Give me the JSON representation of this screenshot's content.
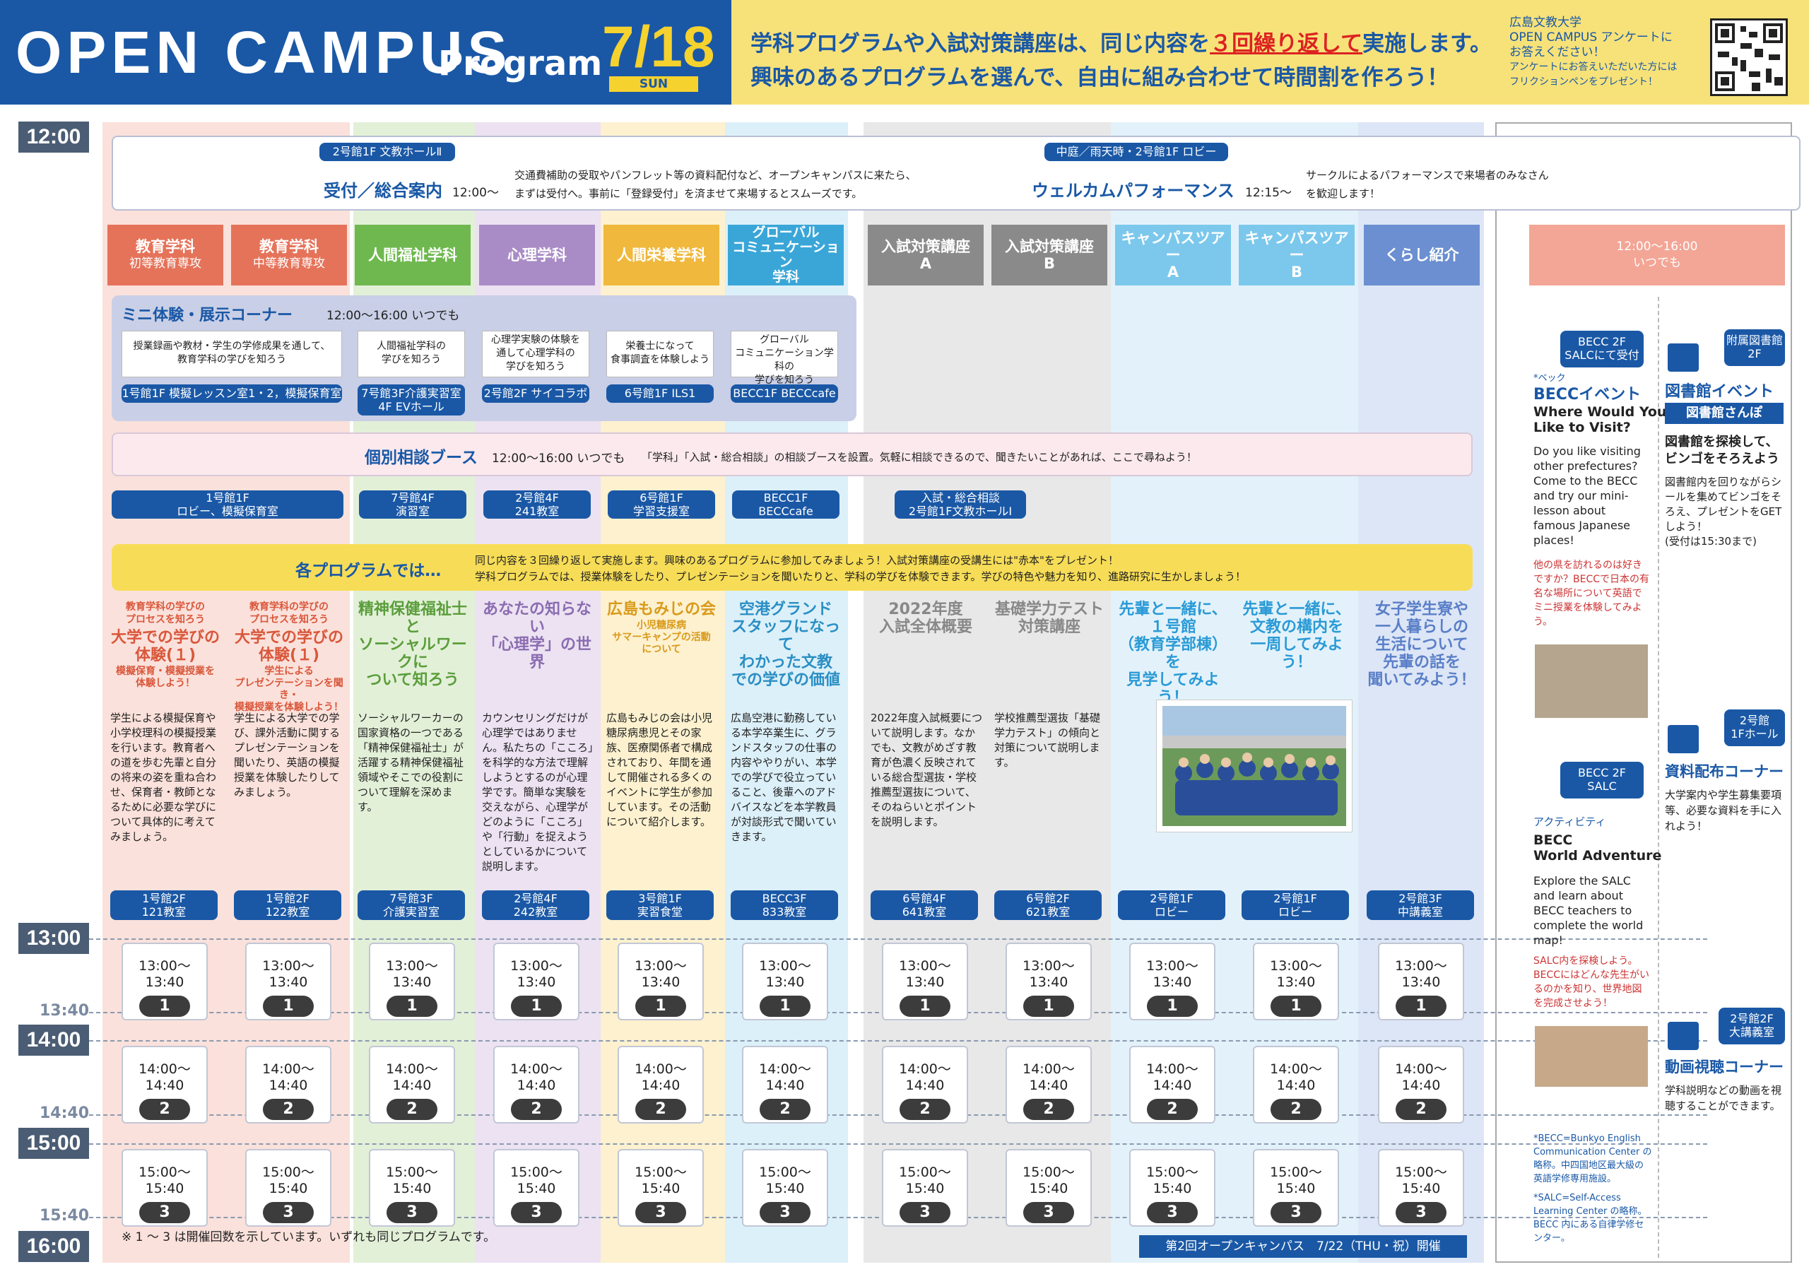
{
  "header": {
    "title": "OPEN CAMPUS",
    "program": "Program",
    "date": "7/18",
    "weekday": "SUN",
    "message_pre": "学科プログラムや入試対策講座は、同じ内容を",
    "message_highlight": "３回繰り返して",
    "message_post": "実施します。",
    "message_line2": "興味のあるプログラムを選んで、自由に組み合わせて時間割を作ろう！",
    "survey": [
      "広島文教大学",
      "OPEN CAMPUS アンケートに",
      "お答えください！"
    ],
    "survey_small": [
      "アンケートにお答えいただいた方には",
      "フリクションペンをプレゼント！"
    ]
  },
  "times": {
    "t1200": "12:00",
    "t1300": "13:00",
    "t1340": "13:40",
    "t1400": "14:00",
    "t1440": "14:40",
    "t1500": "15:00",
    "t1540": "15:40",
    "t1600": "16:00"
  },
  "reception": {
    "tag": "2号館1F 文教ホールⅡ",
    "title": "受付／総合案内",
    "time": "12:00〜",
    "desc1": "交通費補助の受取やパンフレット等の資料配付など、オープンキャンパスに来たら、",
    "desc2": "まずは受付へ。事前に「登録受付」を済ませて来場するとスムーズです。"
  },
  "welcome": {
    "tag": "中庭／雨天時・2号館1F ロビー",
    "title": "ウェルカムパフォーマンス",
    "time": "12:15〜",
    "desc1": "サークルによるパフォーマンスで来場者のみなさん",
    "desc2": "を歓迎します！"
  },
  "columns": [
    {
      "name": "教育学科",
      "sub": "初等教育専攻",
      "color": "#e5735a",
      "pt_pre": "教育学科の学びの\nプロセスを知ろう",
      "pt": "大学での学びの\n体験(１)",
      "pt_post": "模擬保育・模擬授業を\n体験しよう！",
      "body": "学生による模擬保育や小学校理科の模擬授業を行います。教育者への道を歩む先輩と自分の将来の姿を重ね合わせ、保育者・教師となるために必要な学びについて具体的に考えてみましょう。",
      "place": "1号館2F\n121教室"
    },
    {
      "name": "教育学科",
      "sub": "中等教育専攻",
      "color": "#e5735a",
      "pt_pre": "教育学科の学びの\nプロセスを知ろう",
      "pt": "大学での学びの\n体験(１)",
      "pt_post": "学生による\nプレゼンテーションを聞き・\n模擬授業を体験しよう！",
      "body": "学生による大学での学び、課外活動に関するプレゼンテーションを聞いたり、英語の模擬授業を体験したりしてみましょう。",
      "place": "1号館2F\n122教室"
    },
    {
      "name": "人間福祉学科",
      "sub": "",
      "color": "#6fb84f",
      "pt_pre": "",
      "pt": "精神保健福祉士と\nソーシャルワークに\nついて知ろう",
      "pt_post": "",
      "body": "ソーシャルワーカーの国家資格の一つである「精神保健福祉士」が活躍する精神保健福祉領域やそこでの役割について理解を深めます。",
      "place": "7号館3F\n介護実習室"
    },
    {
      "name": "心理学科",
      "sub": "",
      "color": "#a98cc6",
      "pt_pre": "",
      "pt": "あなたの知らない\n「心理学」の世界",
      "pt_post": "",
      "body": "カウンセリングだけが心理学ではありません。私たちの「こころ」を科学的な方法で理解しようとするのが心理学です。簡単な実験を交えながら、心理学がどのように「こころ」や「行動」を捉えようとしているかについて説明します。",
      "place": "2号館4F\n242教室"
    },
    {
      "name": "人間栄養学科",
      "sub": "",
      "color": "#f0b83c",
      "pt_pre": "",
      "pt": "広島もみじの会",
      "pt_post": "小児糖尿病\nサマーキャンプの活動\nについて",
      "body": "広島もみじの会は小児糖尿病患児とその家族、医療関係者で構成されており、年間を通して開催される多くのイベントに学生が参加しています。その活動について紹介します。",
      "place": "3号館1F\n実習食堂"
    },
    {
      "name": "グローバル\nコミュニケーション\n学科",
      "sub": "",
      "color": "#3aa6d8",
      "pt_pre": "",
      "pt": "空港グランド\nスタッフになって\nわかった文教\nでの学びの価値",
      "pt_post": "",
      "body": "広島空港に勤務している本学卒業生に、グランドスタッフの仕事の内容ややりがい、本学での学びで役立っていること、後輩へのアドバイスなどを本学教員が対談形式で聞いていきます。",
      "place": "BECC3F\n833教室"
    },
    {
      "name": "入試対策講座\nA",
      "sub": "",
      "color": "#8a8a8a",
      "pt_pre": "",
      "pt": "2022年度\n入試全体概要",
      "pt_post": "",
      "body": "2022年度入試概要について説明します。なかでも、文教がめざす教育が色濃く反映されている総合型選抜・学校推薦型選抜について、そのねらいとポイントを説明します。",
      "place": "6号館4F\n641教室"
    },
    {
      "name": "入試対策講座\nB",
      "sub": "",
      "color": "#8a8a8a",
      "pt_pre": "",
      "pt": "基礎学力テスト\n対策講座",
      "pt_post": "",
      "body": "学校推薦型選抜「基礎学力テスト」の傾向と対策について説明します。",
      "place": "6号館2F\n621教室"
    },
    {
      "name": "キャンパスツアー\nA",
      "sub": "",
      "color": "#7cc8ec",
      "pt_pre": "",
      "pt": "先輩と一緒に、\n１号館\n（教育学部棟）を\n見学してみよう！",
      "pt_post": "",
      "body": "",
      "place": "2号館1F\nロビー"
    },
    {
      "name": "キャンパスツアー\nB",
      "sub": "",
      "color": "#7cc8ec",
      "pt_pre": "",
      "pt": "先輩と一緒に、\n文教の構内を\n一周してみよう！",
      "pt_post": "",
      "body": "",
      "place": "2号館1F\nロビー"
    },
    {
      "name": "くらし紹介",
      "sub": "",
      "color": "#6b8fd0",
      "pt_pre": "",
      "pt": "女子学生寮や\n一人暮らしの\n生活について\n先輩の話を\n聞いてみよう！",
      "pt_post": "",
      "body": "",
      "place": "2号館3F\n中講義室"
    }
  ],
  "mini": {
    "title": "ミニ体験・展示コーナー",
    "time": "12:00〜16:00 いつでも",
    "items": [
      {
        "text": "授業録画や教材・学生の学修成果を通して、\n教育学科の学びを知ろう",
        "place": "1号館1F 模擬レッスン室1・2，模擬保育室"
      },
      {
        "text": "人間福祉学科の\n学びを知ろう",
        "place": "7号館3F介護実習室\n4F EVホール"
      },
      {
        "text": "心理学実験の体験を\n通して心理学科の\n学びを知ろう",
        "place": "2号館2F サイコラボ"
      },
      {
        "text": "栄養士になって\n食事調査を体験しよう",
        "place": "6号館1F ILS1"
      },
      {
        "text": "グローバル\nコミュニケーション学科の\n学びを知ろう",
        "place": "BECC1F BECCcafe"
      }
    ]
  },
  "booth": {
    "title": "個別相談ブース",
    "time": "12:00〜16:00 いつでも",
    "desc": "「学科」「入試・総合相談」の相談ブースを設置。気軽に相談できるので、聞きたいことがあれば、ここで尋ねよう！",
    "places": [
      "1号館1F\nロビー、模擬保育室",
      "7号館4F\n演習室",
      "2号館4F\n241教室",
      "6号館1F\n学習支援室",
      "BECC1F\nBECCcafe",
      "入試・総合相談\n2号館1F文教ホールⅠ"
    ]
  },
  "program_banner": {
    "title": "各プログラムでは…",
    "line1": "同じ内容を３回繰り返して実施します。興味のあるプログラムに参加してみましょう！入試対策講座の受講生には\"赤本\"をプレゼント！",
    "line2": "学科プログラムでは、授業体験をしたり、プレゼンテーションを聞いたりと、学科の学びを体験できます。学びの特色や魅力を知り、進路研究に生かしましょう！"
  },
  "slots": [
    {
      "time": "13:00〜13:40",
      "num": "1"
    },
    {
      "time": "14:00〜14:40",
      "num": "2"
    },
    {
      "time": "15:00〜15:40",
      "num": "3"
    }
  ],
  "footnote": "※ 1 〜 3 は開催回数を示しています。いずれも同じプログラムです。",
  "next_event": "第2回オープンキャンパス　7/22（THU・祝）開催",
  "sidebar": {
    "header": "12:00〜16:00\nいつでも",
    "becc_tag": "BECC 2F\nSALCにて受付",
    "becc_ruby": "*ベック",
    "becc_title": "BECCイベント",
    "becc_en_title": "Where Would You\nLike to Visit?",
    "becc_en": "Do you like visiting other prefectures? Come to the BECC and try our mini-lesson about famous Japanese places!",
    "becc_jp": "他の県を訪れるのは好きですか？BECCで日本の有名な場所について英語でミニ授業を体験してみよう。",
    "lib_tag": "附属図書館\n2F",
    "lib_title": "図書館イベント",
    "lib_sub": "図書館さんぽ",
    "lib_head": "図書館を探検して、\nビンゴをそろえよう",
    "lib_desc": "図書館内を回りながらシールを集めてビンゴをそろえ、プレゼントをGETしよう！\n(受付は15:30まで)",
    "salc_tag": "BECC 2F\nSALC",
    "salc_ruby": "アクティビティ",
    "salc_title": "BECC\nWorld Adventure",
    "salc_en": "Explore the SALC and learn about BECC teachers to complete the world map!",
    "salc_jp": "SALC内を探検しよう。BECCにはどんな先生がいるのかを知り、世界地図を完成させよう！",
    "doc_tag": "2号館\n1Fホール",
    "doc_title": "資料配布コーナー",
    "doc_desc": "大学案内や学生募集要項等、必要な資料を手に入れよう！",
    "video_tag": "2号館2F\n大講義室",
    "video_title": "動画視聴コーナー",
    "video_desc": "学科説明などの動画を視聴することができます。",
    "note1": "*BECC=Bunkyo English Communication Center の略称。中四国地区最大級の英語学修専用施設。",
    "note2": "*SALC=Self-Access Learning Center の略称。BECC 内にある自律学修センター。"
  }
}
